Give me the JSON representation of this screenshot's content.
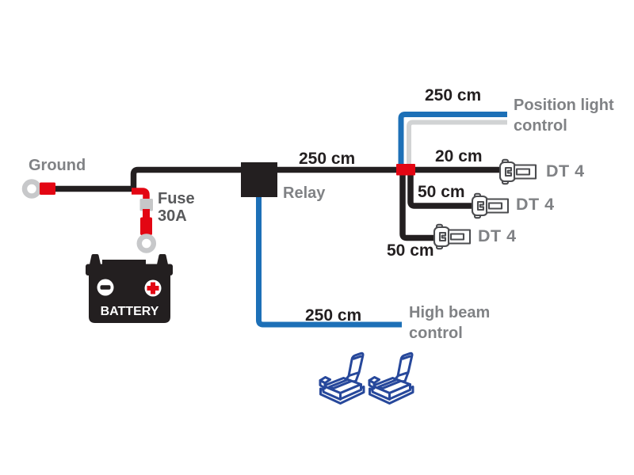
{
  "labels": {
    "ground": "Ground",
    "fuse_line1": "Fuse",
    "fuse_line2": "30A",
    "relay": "Relay",
    "battery": "BATTERY",
    "position_light_line1": "Position light",
    "position_light_line2": "control",
    "high_beam_line1": "High beam",
    "high_beam_line2": "control"
  },
  "measurements": {
    "relay_to_junction": "250 cm",
    "position_light_wire": "250 cm",
    "high_beam_wire": "250 cm",
    "connector1_wire": "20 cm",
    "connector2_wire": "50 cm",
    "connector3_wire": "50 cm"
  },
  "connectors": [
    {
      "label": "DT 4"
    },
    {
      "label": "DT 4"
    },
    {
      "label": "DT 4"
    }
  ],
  "colors": {
    "wire_black": "#231f20",
    "wire_red": "#e30613",
    "wire_blue": "#1d70b7",
    "wire_gray": "#d1d3d4",
    "terminal_gray": "#c7c8ca",
    "fuse_gray": "#c6c7c8",
    "label_gray": "#808285",
    "fuse_label_gray": "#58595b",
    "connector_outline_gray": "#4c4d50",
    "quick_splice_blue": "#27489b"
  }
}
